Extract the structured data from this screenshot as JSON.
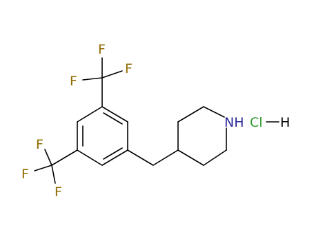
{
  "atoms": {
    "fluorine_label": "F",
    "nitrogen_label": "NH",
    "chlorine_label": "Cl",
    "hydrogen_label": "H"
  },
  "colors": {
    "bond": "#000000",
    "fluorine": "#8f6a00",
    "nitrogen": "#2a2a9a",
    "chlorine": "#2e9a2e",
    "hydrogen": "#000000"
  }
}
